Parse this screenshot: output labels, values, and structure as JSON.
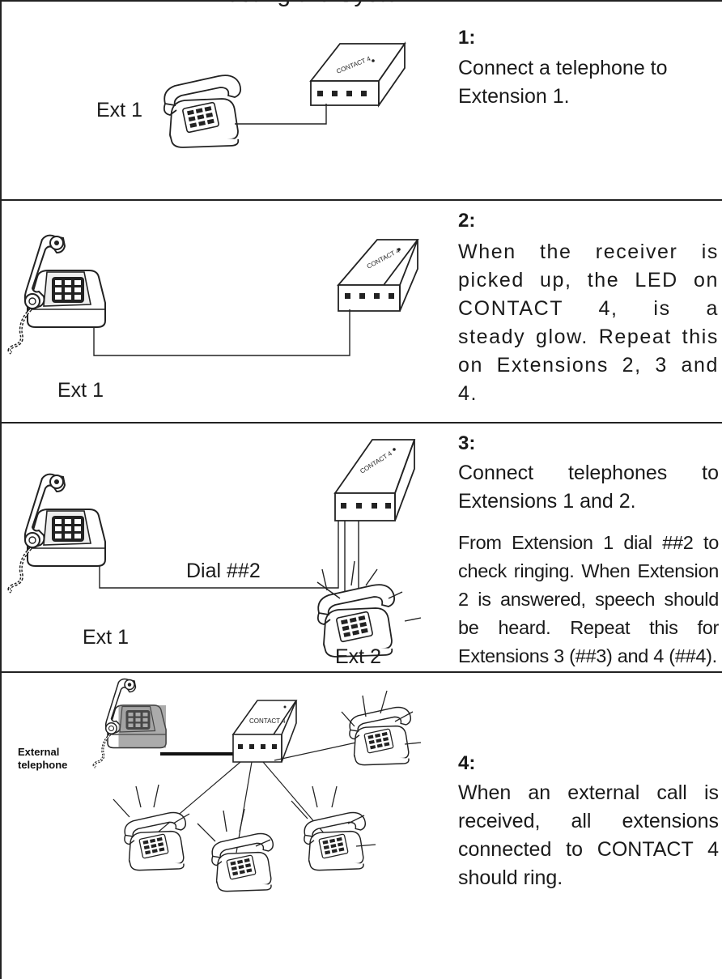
{
  "heading": "Testing the System",
  "box_label": "CONTACT 4",
  "steps": [
    {
      "number": "1:",
      "paragraphs": [
        "Connect a telephone to Extension 1."
      ],
      "labels": {
        "ext1": "Ext 1"
      }
    },
    {
      "number": "2:",
      "paragraphs": [
        "When the receiver is picked up, the LED on CONTACT 4, is a steady glow.  Repeat this on Extensions 2, 3 and 4."
      ],
      "labels": {
        "ext1": "Ext 1"
      }
    },
    {
      "number": "3:",
      "paragraphs": [
        "Connect telephones to Extensions 1 and 2.",
        "From Extension 1 dial ##2 to check ringing.  When Extension 2 is answered, speech should be heard. Repeat this for Extensions 3 (##3) and 4 (##4)."
      ],
      "labels": {
        "ext1": "Ext 1",
        "ext2": "Ext 2",
        "dial": "Dial ##2"
      }
    },
    {
      "number": "4:",
      "paragraphs": [
        "When an external call is received, all extensions connected to CONTACT 4 should ring."
      ],
      "labels": {
        "external_line1": "External",
        "external_line2": "telephone"
      }
    }
  ]
}
